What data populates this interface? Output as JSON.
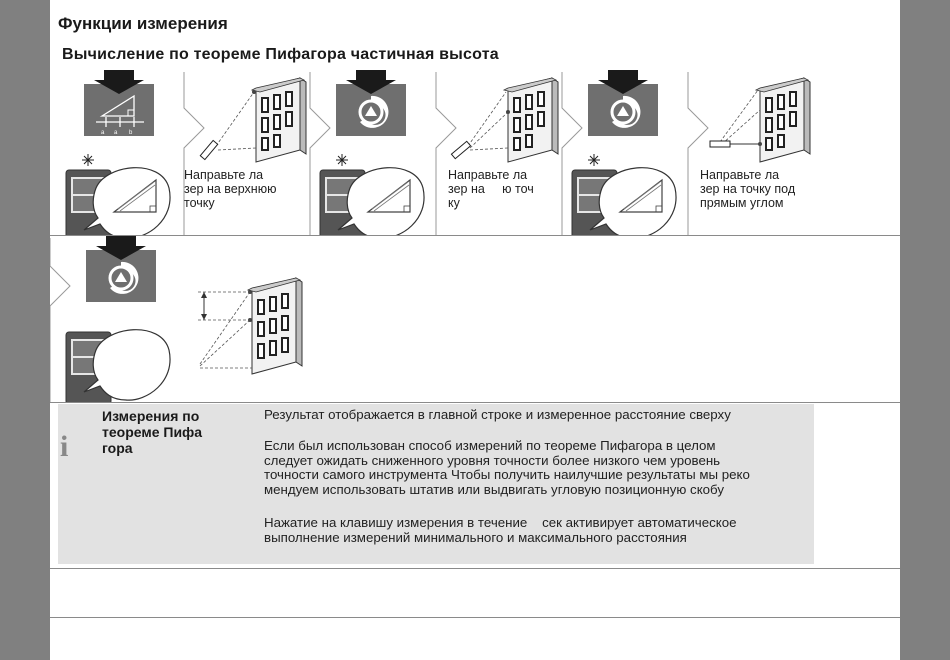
{
  "page": {
    "section_title": "Функции измерения",
    "subtitle": "Вычисление по теореме Пифагора  частичная высота"
  },
  "steps": [
    {
      "label_lines": [],
      "key_labels": [
        "a",
        "a",
        "b"
      ]
    },
    {
      "label_lines": [
        "Направьте ла",
        "зер на верхнюю",
        "точку"
      ]
    },
    {
      "label_lines": []
    },
    {
      "label_lines": [
        "Направьте ла",
        "зер на     ю точ",
        "ку"
      ]
    },
    {
      "label_lines": []
    },
    {
      "label_lines": [
        "Направьте ла",
        "зер на точку под",
        "прямым углом"
      ]
    }
  ],
  "info": {
    "icon": "info-icon",
    "heading_lines": [
      "Измерения по",
      "теореме Пифа",
      "гора"
    ],
    "para1": "Результат отображается в главной строке  и измеренное расстояние   сверху",
    "para2_lines": [
      "Если был использован способ измерений по теореме Пифагора  в целом",
      "следует ожидать сниженного уровня точности  более низкого  чем уровень",
      "точности самого инструмента  Чтобы получить наилучшие результаты  мы реко",
      "мендуем использовать штатив или выдвигать угловую позиционную скобу"
    ],
    "para3_lines": [
      "Нажатие на клавишу измерения в течение    сек активирует автоматическое",
      "выполнение измерений минимального и максимального расстояния"
    ]
  },
  "colors": {
    "side_bar": "#808080",
    "key_fill": "#6f6f6f",
    "arrow": "#1a1a1a",
    "info_bg": "#e2e2e2"
  }
}
